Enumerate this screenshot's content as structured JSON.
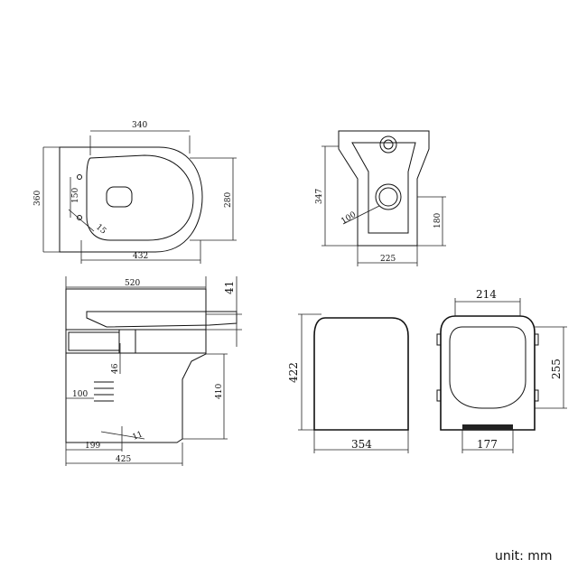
{
  "views": {
    "top": {
      "dim_width_top": "340",
      "dim_height_left": "360",
      "dim_height_right": "280",
      "dim_hole_spacing": "150",
      "dim_hole_dia": "15",
      "dim_width_bottom": "432"
    },
    "rear": {
      "dim_height": "347",
      "dim_outlet_dia": "100",
      "dim_outlet_height": "180",
      "dim_width": "225"
    },
    "side": {
      "dim_length_top": "520",
      "dim_seat_height": "41",
      "dim_inlet_height": "46",
      "dim_pan_height": "410",
      "dim_pipe": "100",
      "dim_angle": "11",
      "dim_outlet_offset": "199",
      "dim_length_bottom": "425"
    },
    "seat_front": {
      "dim_height": "422",
      "dim_width": "354"
    },
    "seat_underside": {
      "dim_width_top": "214",
      "dim_height": "255",
      "dim_width_bottom": "177"
    }
  },
  "unit_label": "unit: mm"
}
